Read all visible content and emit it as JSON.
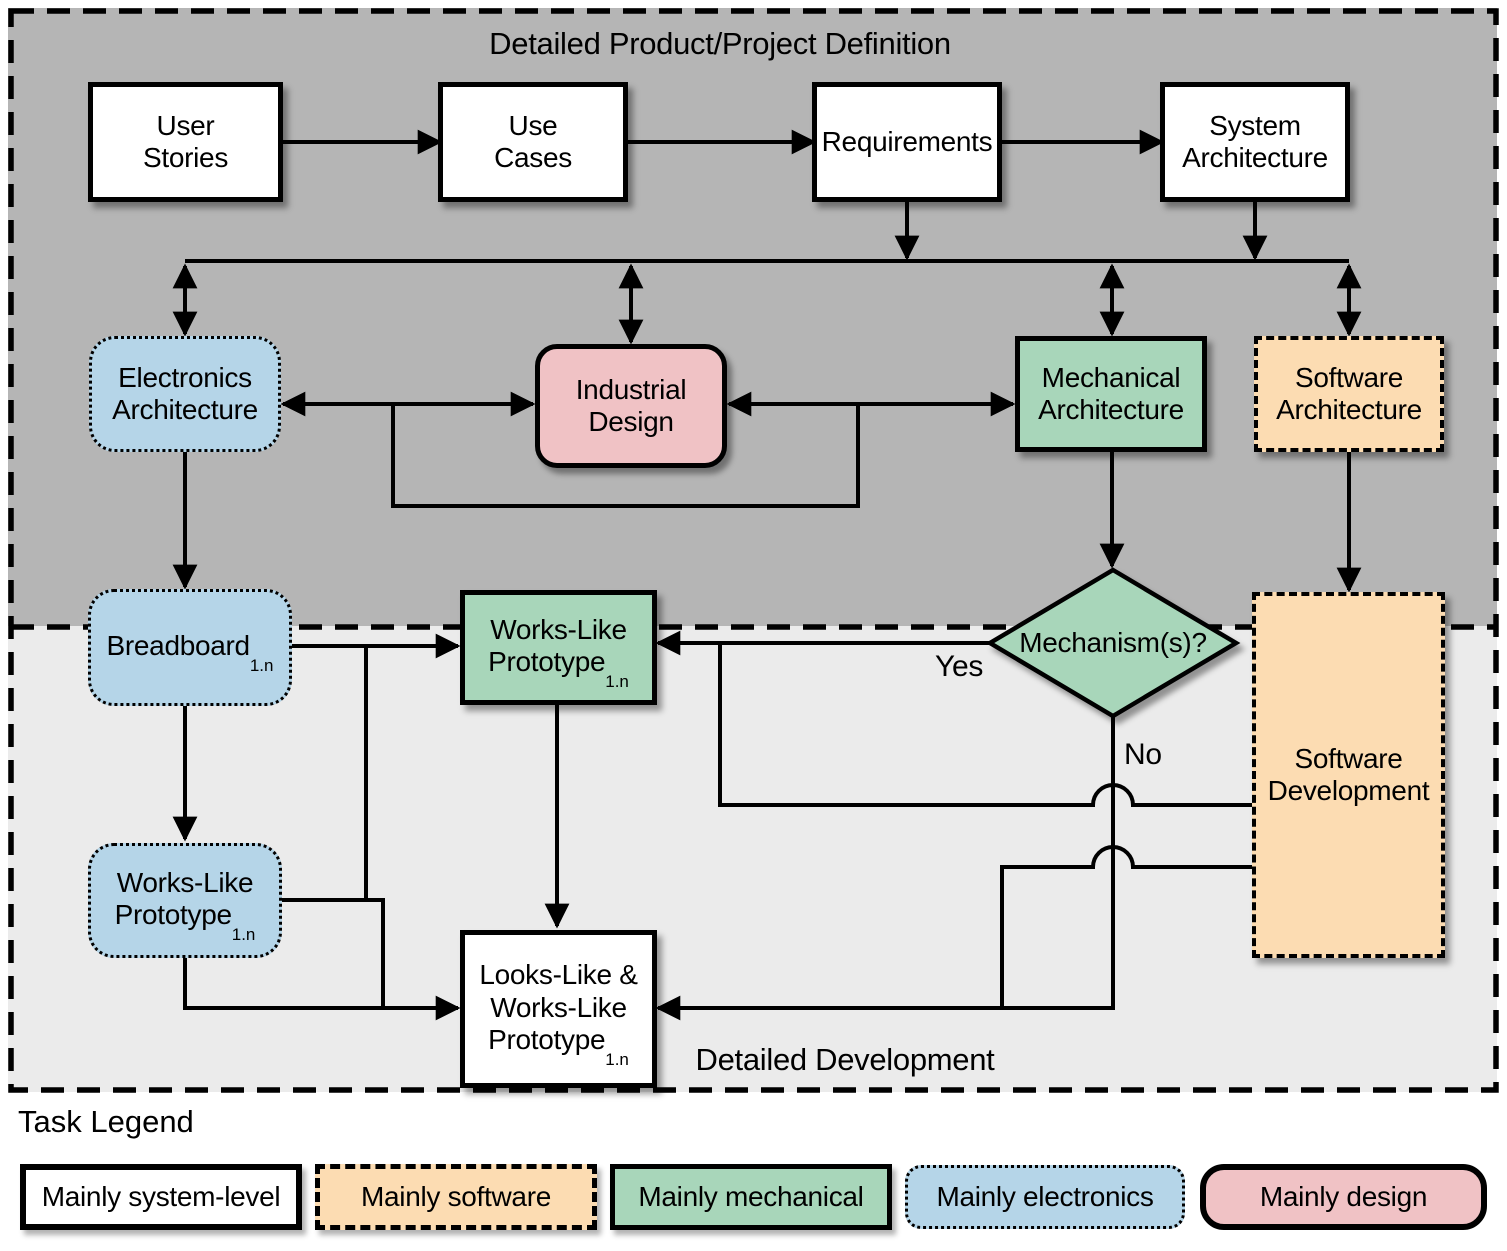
{
  "sections": {
    "definition": {
      "title": "Detailed Product/Project Definition"
    },
    "development": {
      "title": "Detailed Development"
    }
  },
  "nodes": {
    "user_stories": {
      "lines": [
        "User",
        "Stories"
      ]
    },
    "use_cases": {
      "lines": [
        "Use",
        "Cases"
      ]
    },
    "requirements": {
      "lines": [
        "Requirements"
      ]
    },
    "system_architecture": {
      "lines": [
        "System",
        "Architecture"
      ]
    },
    "electronics_architecture": {
      "lines": [
        "Electronics",
        "Architecture"
      ]
    },
    "industrial_design": {
      "lines": [
        "Industrial",
        "Design"
      ]
    },
    "mechanical_architecture": {
      "lines": [
        "Mechanical",
        "Architecture"
      ]
    },
    "software_architecture": {
      "lines": [
        "Software",
        "Architecture"
      ]
    },
    "breadboard": {
      "text": "Breadboard",
      "sub": "1.n"
    },
    "works_like_prototype_mech": {
      "line1": "Works-Like",
      "line2": "Prototype",
      "sub": "1.n"
    },
    "mechanism_decision": {
      "text": "Mechanism(s)?"
    },
    "software_development": {
      "lines": [
        "Software",
        "Development"
      ]
    },
    "works_like_prototype_elec": {
      "line1": "Works-Like",
      "line2": "Prototype",
      "sub": "1.n"
    },
    "looks_like_works_like_prototype": {
      "line1": "Looks-Like &",
      "line2": "Works-Like",
      "line3": "Prototype",
      "sub": "1.n"
    }
  },
  "edge_labels": {
    "yes": "Yes",
    "no": "No"
  },
  "legend": {
    "title": "Task Legend",
    "items": [
      {
        "label": "Mainly system-level",
        "kind": "system-level",
        "color": "#ffffff"
      },
      {
        "label": "Mainly software",
        "kind": "software",
        "color": "#fcdcb2"
      },
      {
        "label": "Mainly mechanical",
        "kind": "mechanical",
        "color": "#a8d6ba"
      },
      {
        "label": "Mainly electronics",
        "kind": "electronics",
        "color": "#b5d5e8"
      },
      {
        "label": "Mainly design",
        "kind": "design",
        "color": "#f0c2c5"
      }
    ]
  },
  "colors": {
    "definition_background": "#b5b5b5",
    "development_background": "#ebebeb",
    "line": "#000000",
    "blue": "#b5d5e8",
    "green": "#a8d6ba",
    "orange": "#fcdcb2",
    "pink": "#f0c2c5",
    "white": "#ffffff"
  }
}
